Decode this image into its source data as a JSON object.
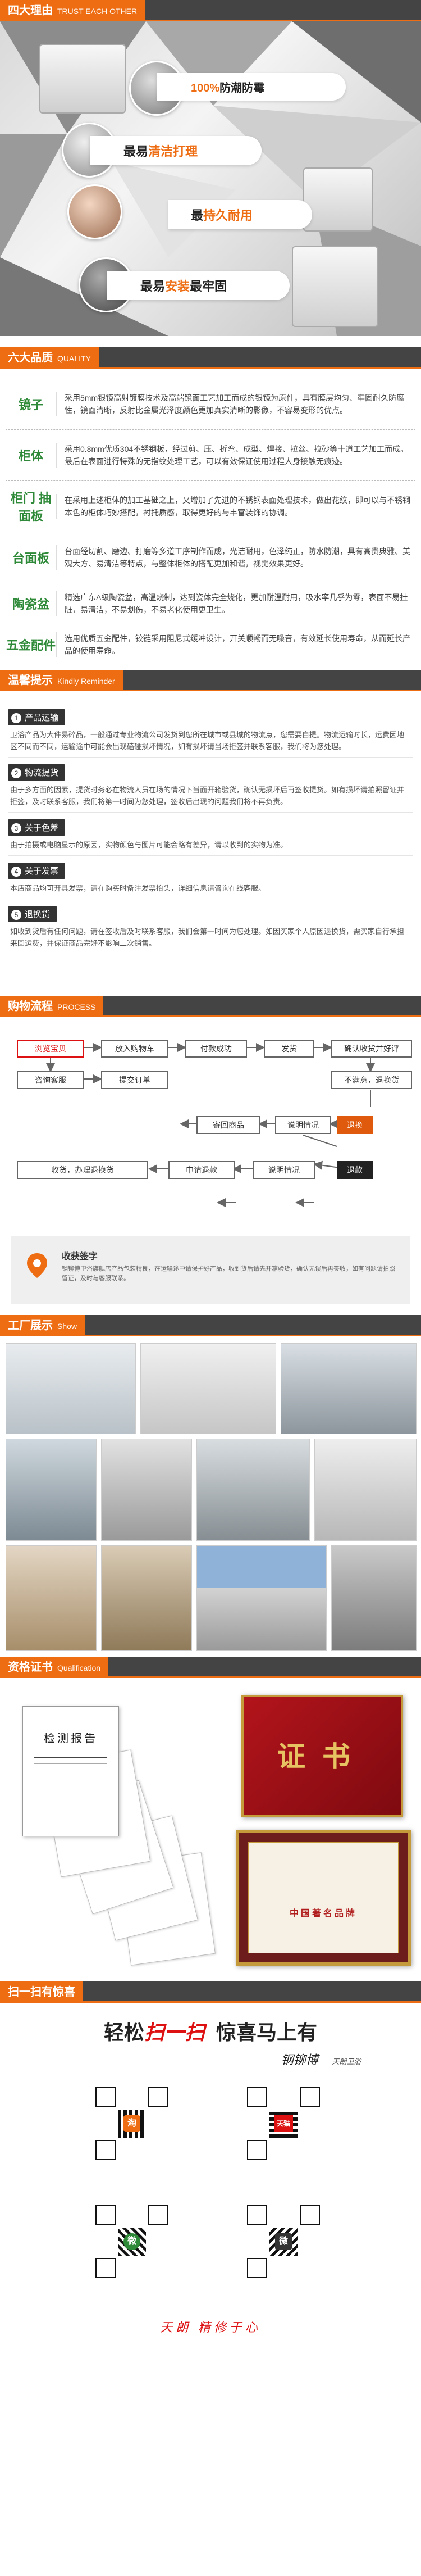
{
  "colors": {
    "accent": "#ee6d12",
    "dark": "#444444",
    "green": "#2e8a38",
    "red": "#dd1111"
  },
  "reasons": {
    "title": "四大理由",
    "subtitle": "TRUST EACH OTHER",
    "items": [
      {
        "prefix": "",
        "highlight": "100%",
        "suffix": "防潮防霉"
      },
      {
        "prefix": "最易",
        "highlight": "清洁打理",
        "suffix": ""
      },
      {
        "prefix": "最",
        "highlight": "持久耐用",
        "suffix": ""
      },
      {
        "prefix": "最易",
        "highlight": "安装",
        "suffix": "最牢固"
      }
    ]
  },
  "quality": {
    "title": "六大品质",
    "subtitle": "QUALITY",
    "rows": [
      {
        "label": "镜子",
        "text": "采用5mm银镜高射镀膜技术及高端镜面工艺加工而成的银镜为原件，具有膜层均匀、牢固耐久防腐性，镜面清晰，反射比金属光泽度颜色更加真实清晰的影像，不容易变形的优点。"
      },
      {
        "label": "柜体",
        "text": "采用0.8mm优质304不锈钢板，经过剪、压、折弯、成型、焊接、拉丝、拉砂等十道工艺加工而成。最后在表面进行特殊的无指纹处理工艺，可以有效保证使用过程人身接触无痕迹。"
      },
      {
        "label": "柜门 抽面板",
        "text": "在采用上述柜体的加工基础之上，又增加了先进的不锈钢表面处理技术，做出花纹，即可以与不锈钢本色的柜体巧妙搭配，衬托质感，取得更好的与丰富装饰的协调。"
      },
      {
        "label": "台面板",
        "text": "台面经切割、磨边、打磨等多道工序制作而成，光洁耐用，色泽纯正，防水防潮，具有高贵典雅、美观大方、易清洁等特点，与整体柜体的搭配更加和谐，视觉效果更好。"
      },
      {
        "label": "陶瓷盆",
        "text": "精选广东A级陶瓷盆，高温烧制，达到瓷体完全烧化，更加耐温耐用，吸水率几乎为零，表面不易挂脏，易清洁，不易划伤，不易老化使用更卫生。"
      },
      {
        "label": "五金配件",
        "text": "选用优质五金配件，铰链采用阻尼式缓冲设计，开关顺畅而无噪音，有效延长使用寿命，从而延长产品的使用寿命。"
      }
    ]
  },
  "notice": {
    "title": "温馨提示",
    "subtitle": "Kindly Reminder",
    "items": [
      {
        "icon": "1",
        "title": "产品运输",
        "text": "卫浴产品为大件易碎品，一般通过专业物流公司发货到您所在城市或县城的物流点，您需要自提。物流运输时长，运费因地区不同而不同，运输途中可能会出现磕碰损坏情况，如有损坏请当场拒签并联系客服，我们将为您处理。"
      },
      {
        "icon": "2",
        "title": "物流提货",
        "text": "由于多方面的因素，提货时务必在物流人员在场的情况下当面开箱验货，确认无损坏后再签收提货。如有损坏请拍照留证并拒签，及时联系客服，我们将第一时间为您处理，签收后出现的问题我们将不再负责。"
      },
      {
        "icon": "3",
        "title": "关于色差",
        "text": "由于拍摄或电脑显示的原因，实物颜色与图片可能会略有差异，请以收到的实物为准。"
      },
      {
        "icon": "4",
        "title": "关于发票",
        "text": "本店商品均可开具发票，请在购买时备注发票抬头，详细信息请咨询在线客服。"
      },
      {
        "icon": "5",
        "title": "退换货",
        "text": "如收到货后有任何问题，请在签收后及时联系客服，我们会第一时间为您处理。如因买家个人原因退换货，需买家自行承担来回运费，并保证商品完好不影响二次销售。"
      }
    ]
  },
  "process": {
    "title": "购物流程",
    "subtitle": "PROCESS",
    "nodes": [
      "浏览宝贝",
      "放入购物车",
      "付款成功",
      "发货",
      "确认收货并好评",
      "咨询客服",
      "提交订单",
      "不满意，退换货",
      "寄回商品",
      "说明情况",
      "退换",
      "退款",
      "收货，办理退换货",
      "申请退款",
      "说明情况"
    ],
    "service_title": "收获签字",
    "service_text": "钢铆博卫浴旗舰店产品包装精良，在运输途中请保护好产品，收到货后请先开箱验货，确认无误后再签收，如有问题请拍照留证，及时与客服联系。"
  },
  "factory": {
    "title": "工厂展示",
    "subtitle": "Show"
  },
  "certs": {
    "title": "资格证书",
    "subtitle": "Qualification",
    "report_title": "检测报告",
    "cert_word": "证书",
    "brand_cert": "中国著名品牌"
  },
  "scan": {
    "title": "扫一扫有惊喜",
    "slogan_a": "轻松",
    "slogan_hl": "扫一扫",
    "slogan_b": "惊喜马上有",
    "brand": "钢铆博",
    "brand_sub": "— 天朗卫浴 —",
    "qr_labels": [
      "淘",
      "天猫",
      "微",
      "微"
    ],
    "footer": "天朗 精修于心"
  }
}
